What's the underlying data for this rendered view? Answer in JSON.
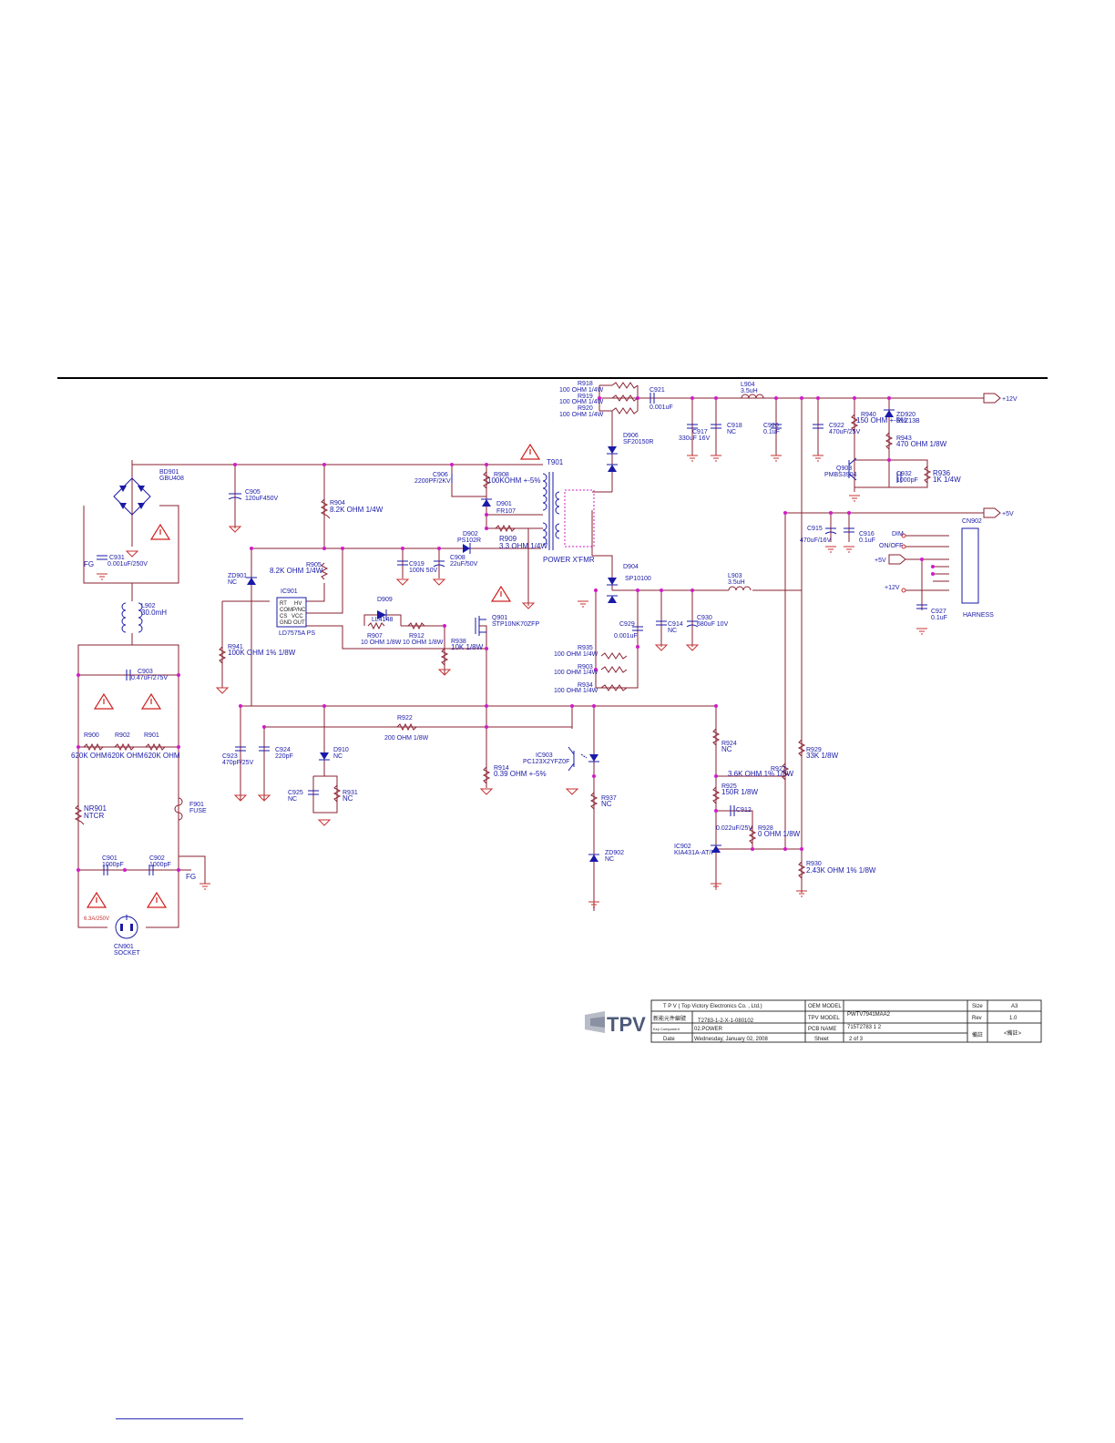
{
  "labels": {
    "r918": "R918",
    "r918v": "100 OHM 1/4W",
    "r919": "R919",
    "r919v": "100 OHM 1/4W",
    "r920": "R920",
    "r920v": "100 OHM 1/4W",
    "c921": "C921",
    "c921v": "0.001uF",
    "l904": "L904",
    "l904v": "3.5uH",
    "p12v": "+12V",
    "p5v": "+5V",
    "c917": "C917",
    "c917v": "330uF 16V",
    "c918": "C918",
    "c918v": "NC",
    "c920": "C920",
    "c920v": "0.1uF",
    "c922": "C922",
    "c922v": "470uF/25V",
    "r940": "R940",
    "r940v": "150 OHM +-5%",
    "zd920": "ZD920",
    "zd920v": "RLZ13B",
    "r943": "R943",
    "r943v": "470 OHM 1/8W",
    "q903": "Q903",
    "q903v": "PMBS3904",
    "c932": "C932",
    "c932v": "1000pF",
    "r936": "R936",
    "r936v": "1K 1/4W",
    "d906": "D906",
    "d906v": "SF20150R",
    "bd901": "BD901",
    "bd901v": "GBU408",
    "c905": "C905",
    "c905v": "120uF450V",
    "r904": "R904",
    "r904v": "8.2K OHM 1/4W",
    "c906": "C906",
    "c906v": "2200PF/2KV",
    "r908": "R908",
    "r908v": "100KOHM +-5%",
    "d901": "D901",
    "d901v": "FR107",
    "t901": "T901",
    "xfmr": "POWER X'FMR",
    "d902": "D902",
    "d902v": "PS102R",
    "r909": "R909",
    "r909v": "3.3 OHM 1/4W",
    "c931": "C931",
    "c931v": "0.001uF/250V",
    "fg": "FG",
    "c919": "C919",
    "c919v": "100N 50V",
    "c908": "C908",
    "c908v": "22uF/50V",
    "r905": "R905",
    "r905v": "8.2K OHM 1/4W",
    "zd901": "ZD901",
    "zd901v": "NC",
    "ic901": "IC901",
    "ic901v": "LD7575A PS",
    "ic_rt": "RT",
    "ic_hv": "HV",
    "ic_comp": "COMP/NC",
    "ic_cs": "CS",
    "ic_vcc": "VCC",
    "ic_gnd": "GND",
    "ic_out": "OUT",
    "d909": "D909",
    "d909v": "LL4148",
    "r907": "R907",
    "r907v": "10 OHM 1/8W",
    "r912": "R912",
    "r912v": "10 OHM 1/8W",
    "q901": "Q901",
    "q901v": "STP10NK70ZFP",
    "r938": "R938",
    "r938v": "10K 1/8W",
    "l902": "L902",
    "l902v": "30.0mH",
    "r941": "R941",
    "r941v": "100K OHM 1% 1/8W",
    "d904": "D904",
    "d904v": "SP10100",
    "l903": "L903",
    "l903v": "3.5uH",
    "c929": "C929",
    "c929v": "0.001uF",
    "c914": "C914",
    "c914v": "NC",
    "c930": "C930",
    "c930v": "680uF 10V",
    "r935": "R935",
    "r935v": "100 OHM 1/4W",
    "r903": "R903",
    "r903v": "100 OHM 1/4W",
    "r934": "R934",
    "r934v": "100 OHM 1/4W",
    "c915": "C915",
    "c915v": "470uF/16V",
    "c916": "C916",
    "c916v": "0.1uF",
    "cn902": "CN902",
    "dim": "DIM",
    "onoff": "ON/OFF",
    "p5vin": "+5V",
    "p12vin": "+12V",
    "c927": "C927",
    "c927v": "0.1uF",
    "harness": "HARNESS",
    "c903": "C903",
    "c903v": "0.47uF/275V",
    "r922": "R922",
    "r922v": "200 OHM 1/8W",
    "r900": "R900",
    "r902": "R902",
    "r901": "R901",
    "r900v": "620K OHM",
    "r902v": "620K OHM",
    "r901v": "620K OHM",
    "c923": "C923",
    "c923v": "470pF/25V",
    "c924": "C924",
    "c924v": "220pF",
    "d910": "D910",
    "d910v": "NC",
    "ic903": "IC903",
    "ic903v": "PC123X2YFZ0F",
    "r914": "R914",
    "r914v": "0.39 OHM +-5%",
    "r924": "R924",
    "r924v": "NC",
    "r927": "R927",
    "r927v": "3.6K OHM 1% 1/8W",
    "r929": "R929",
    "r929v": "33K 1/8W",
    "c925": "C925",
    "c925v": "NC",
    "r931": "R931",
    "r931v": "NC",
    "r937": "R937",
    "r937v": "NC",
    "r925": "R925",
    "r925v": "150R 1/8W",
    "c912": "C912",
    "c912v": "0.022uF/25V",
    "r928": "R928",
    "r928v": "0 OHM 1/8W",
    "nr901": "NR901",
    "nr901v": "NTCR",
    "f901": "F901",
    "f901v": "FUSE",
    "ic902": "IC902",
    "ic902v": "KIA431A-AT/P",
    "zd902": "ZD902",
    "zd902v": "NC",
    "r930": "R930",
    "r930v": "2.43K OHM 1% 1/8W",
    "c901": "C901",
    "c901v": "1000pF",
    "c902": "C902",
    "c902v": "1000pF",
    "fuse_rating": "6.3A/250V",
    "cn901": "CN901",
    "cn901v": "SOCKET"
  },
  "title_block": {
    "company": "T P V  ( Top  Victory  Electronics  Co. , Ltd.)",
    "oem_label": "OEM MODEL",
    "oem_value": "",
    "tpv_label": "TPV MODEL",
    "tpv_value": "PWTV7941MAA2",
    "pcb_label": "PCB NAME",
    "pcb_value": "715T2783  1  2",
    "key_label": "Key Component",
    "key_value": "02.POWER",
    "doc_label": "新能元件編號",
    "doc_value": "T2783-1-2-X-1-080102",
    "date_label": "Date",
    "date_value": "Wednesday, January 02, 2008",
    "sheet_label": "Sheet",
    "sheet_value": "2  of  3",
    "size_label": "Size",
    "size_value": "A3",
    "rev_label": "Rev",
    "rev_value": "1.0",
    "remark_label": "備註",
    "remark_value": "<備註>",
    "logo": "TPV"
  }
}
